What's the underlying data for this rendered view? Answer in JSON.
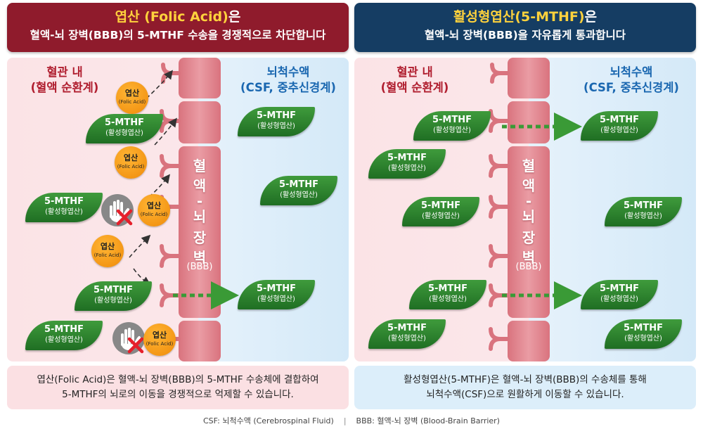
{
  "left_panel": {
    "title_line1_highlight": "엽산 (Folic Acid)",
    "title_line1_rest": "은",
    "title_line2": "혈액-뇌 장벽(BBB)의 5-MTHF 수송을 경쟁적으로 차단합니다",
    "blood_label_1": "혈관 내",
    "blood_label_2": "(혈액 순환계)",
    "csf_label_1": "뇌척수액",
    "csf_label_2": "(CSF, 중추신경계)",
    "wall_chars": [
      "혈",
      "액",
      "-",
      "뇌",
      "장",
      "벽"
    ],
    "wall_sub": "(BBB)",
    "footer_line1": "엽산(Folic Acid)은 혈액-뇌 장벽(BBB)의 5-MTHF 수송체에 결합하여",
    "footer_line2": "5-MTHF의 뇌로의 이동을 경쟁적으로 억제할 수 있습니다."
  },
  "right_panel": {
    "title_line1_highlight": "활성형엽산(5-MTHF)",
    "title_line1_rest": "은",
    "title_line2": "혈액-뇌 장벽(BBB)을 자유롭게 통과합니다",
    "blood_label_1": "혈관 내",
    "blood_label_2": "(혈액 순환계)",
    "csf_label_1": "뇌척수액",
    "csf_label_2": "(CSF, 중추신경계)",
    "wall_chars": [
      "혈",
      "액",
      "-",
      "뇌",
      "장",
      "벽"
    ],
    "wall_sub": "(BBB)",
    "footer_line1": "활성형엽산(5-MTHF)은 혈액-뇌 장벽(BBB)의 수송체를 통해",
    "footer_line2": "뇌척수액(CSF)으로 원활하게 이동할 수 있습니다."
  },
  "molecule": {
    "mthf_name": "5-MTHF",
    "mthf_sub": "(활성형엽산)",
    "folic_name": "엽산",
    "folic_sub": "(Folic Acid)"
  },
  "legend": {
    "csf": "CSF: 뇌척수액 (Cerebrospinal Fluid)",
    "separator": "|",
    "bbb": "BBB: 혈액-뇌 장벽 (Blood-Brain Barrier)"
  },
  "icons": [
    "stop-hand-icon",
    "red-x-icon"
  ],
  "colors": {
    "left_title_bg": "#8f1b2c",
    "right_title_bg": "#153d63",
    "highlight": "#ffd23c",
    "blood_zone": "#fbe3e6",
    "csf_zone": "#d9ecf9",
    "wall": "#e08690",
    "leaf": "#2a7d2c",
    "folic": "#f59a1b",
    "arrow": "#3a9a36"
  }
}
